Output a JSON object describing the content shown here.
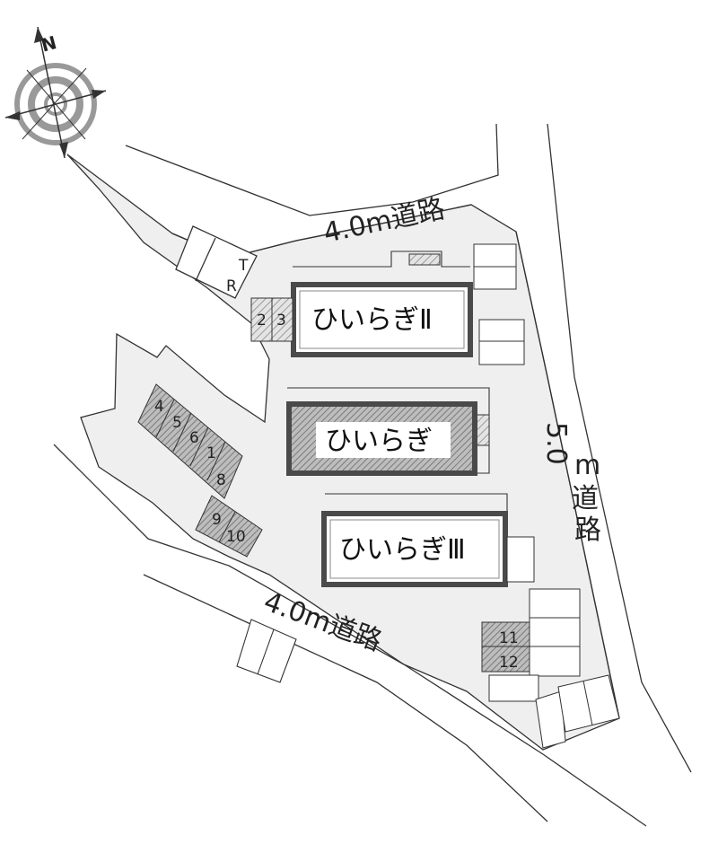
{
  "compass": {
    "north_label": "N",
    "icon": "compass-rose-icon"
  },
  "roads": {
    "north": "4.0m道路",
    "south": "4.0m道路",
    "east_parts": [
      "5.0",
      "m",
      "道",
      "路"
    ]
  },
  "buildings": [
    {
      "name": "ひいらぎⅡ"
    },
    {
      "name": "ひいらぎ"
    },
    {
      "name": "ひいらぎⅢ"
    }
  ],
  "parking": {
    "slots_top": [
      "2",
      "3"
    ],
    "slots_left": [
      "4",
      "5",
      "6",
      "1",
      "8"
    ],
    "slots_left_lower": [
      "9",
      "10"
    ],
    "slots_right": [
      "11",
      "12"
    ]
  },
  "marks": {
    "trash_letters": [
      "T",
      "R"
    ]
  },
  "colors": {
    "site": "#efefef",
    "building_border": "#555555",
    "hatch": "#8a8a8a",
    "line": "#333333"
  }
}
